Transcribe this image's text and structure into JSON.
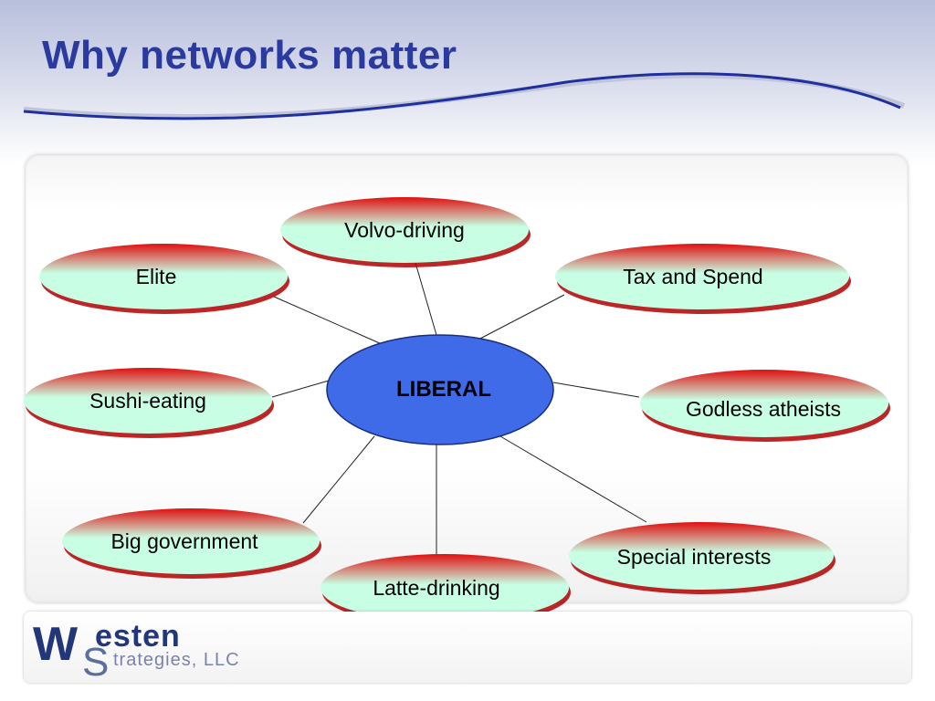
{
  "slide": {
    "title": "Why networks matter"
  },
  "diagram": {
    "center": "LIBERAL",
    "nodes": [
      {
        "label": "Volvo-driving"
      },
      {
        "label": "Elite"
      },
      {
        "label": "Tax and Spend"
      },
      {
        "label": "Sushi-eating"
      },
      {
        "label": "Godless atheists"
      },
      {
        "label": "Big government"
      },
      {
        "label": "Special interests"
      },
      {
        "label": "Latte-drinking"
      }
    ],
    "colors": {
      "center_fill": "#3f6ae8",
      "node_top": "#e01010",
      "node_fill": "#c8ffe4",
      "title": "#2b3a9e"
    }
  },
  "footer": {
    "logo_initial_1": "W",
    "logo_initial_2": "S",
    "logo_name": "esten",
    "logo_sub": "trategies, LLC"
  }
}
